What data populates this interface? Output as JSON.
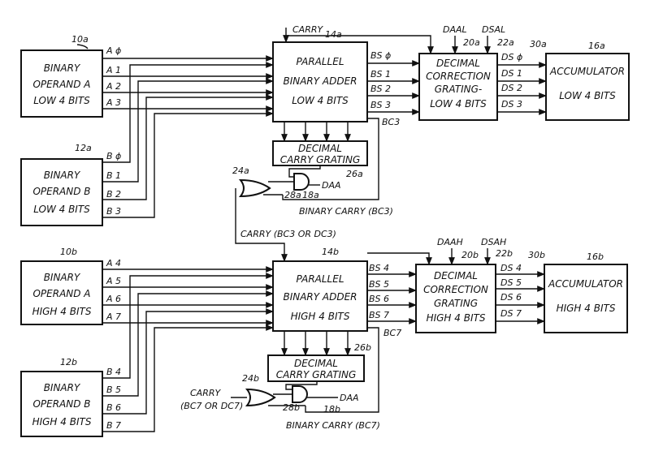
{
  "blocks": {
    "b10a": [
      "BINARY",
      "OPERAND A",
      "LOW 4 BITS"
    ],
    "b12a": [
      "BINARY",
      "OPERAND B",
      "LOW 4 BITS"
    ],
    "b14a": [
      "PARALLEL",
      "BINARY ADDER",
      "LOW 4 BITS"
    ],
    "b20a": [
      "DECIMAL",
      "CORRECTION",
      "GRATING-",
      "LOW 4 BITS"
    ],
    "b16a": [
      "ACCUMULATOR",
      "LOW 4 BITS"
    ],
    "b26a": [
      "DECIMAL",
      "CARRY GRATING"
    ],
    "b10b": [
      "BINARY",
      "OPERAND A",
      "HIGH 4 BITS"
    ],
    "b12b": [
      "BINARY",
      "OPERAND B",
      "HIGH 4 BITS"
    ],
    "b14b": [
      "PARALLEL",
      "BINARY ADDER",
      "HIGH 4 BITS"
    ],
    "b20b": [
      "DECIMAL",
      "CORRECTION",
      "GRATING",
      "HIGH 4 BITS"
    ],
    "b16b": [
      "ACCUMULATOR",
      "HIGH 4 BITS"
    ],
    "b26b": [
      "DECIMAL",
      "CARRY GRATING"
    ]
  },
  "refs": {
    "r10a": "10a",
    "r12a": "12a",
    "r14a": "14a",
    "r16a": "16a",
    "r20a": "20a",
    "r22a": "22a",
    "r30a": "30a",
    "r24a": "24a",
    "r26a": "26a",
    "r28a": "28a",
    "r18a": "18a",
    "r10b": "10b",
    "r12b": "12b",
    "r14b": "14b",
    "r16b": "16b",
    "r20b": "20b",
    "r22b": "22b",
    "r30b": "30b",
    "r24b": "24b",
    "r26b": "26b",
    "r28b": "28b",
    "r18b": "18b"
  },
  "signals": {
    "a_low": [
      "A ϕ",
      "A 1",
      "A 2",
      "A 3"
    ],
    "b_low": [
      "B ϕ",
      "B 1",
      "B 2",
      "B 3"
    ],
    "bs_low": [
      "BS ϕ",
      "BS 1",
      "BS 2",
      "BS 3"
    ],
    "ds_low": [
      "DS ϕ",
      "DS 1",
      "DS 2",
      "DS 3"
    ],
    "a_high": [
      "A 4",
      "A 5",
      "A 6",
      "A 7"
    ],
    "b_high": [
      "B 4",
      "B 5",
      "B 6",
      "B 7"
    ],
    "bs_high": [
      "BS 4",
      "BS 5",
      "BS 6",
      "BS 7"
    ],
    "ds_high": [
      "DS 4",
      "DS 5",
      "DS 6",
      "DS 7"
    ]
  },
  "labels": {
    "carry_in": "CARRY",
    "daal": "DAAL",
    "dsal": "DSAL",
    "bc3": "BC3",
    "daa_low": "DAA",
    "binary_carry_low": "BINARY CARRY (BC3)",
    "carry_mid": "CARRY (BC3 OR DC3)",
    "daah": "DAAH",
    "dsah": "DSAH",
    "bc7": "BC7",
    "carry_out": "CARRY",
    "carry_out2": "(BC7 OR DC7)",
    "daa_high": "DAA",
    "binary_carry_high": "BINARY CARRY (BC7)"
  }
}
